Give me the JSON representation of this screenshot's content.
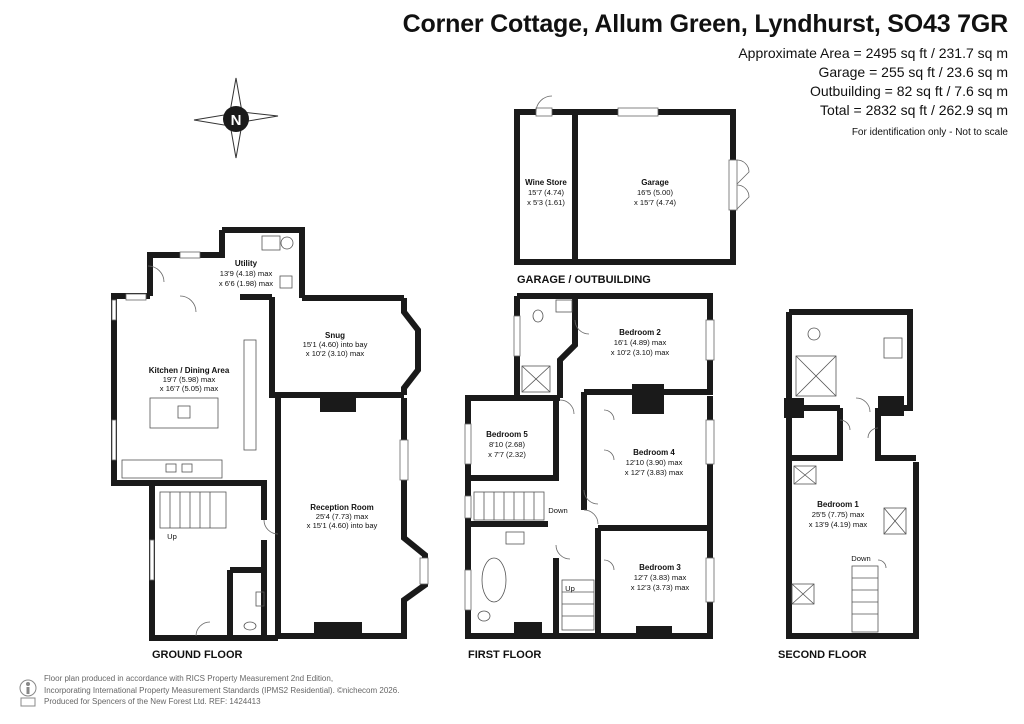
{
  "header": {
    "title": "Corner Cottage, Allum Green, Lyndhurst, SO43 7GR",
    "areas": [
      "Approximate Area = 2495 sq ft / 231.7 sq m",
      "Garage = 255 sq ft / 23.6 sq m",
      "Outbuilding = 82 sq ft / 7.6 sq m",
      "Total = 2832 sq ft / 262.9 sq m"
    ],
    "note": "For identification only - Not to scale"
  },
  "compass": {
    "letter": "N"
  },
  "floors": {
    "ground": "GROUND FLOOR",
    "first": "FIRST FLOOR",
    "second": "SECOND FLOOR",
    "garage": "GARAGE / OUTBUILDING"
  },
  "rooms": {
    "utility": {
      "name": "Utility",
      "l1": "13'9 (4.18) max",
      "l2": "x 6'6 (1.98) max"
    },
    "kitchen": {
      "name": "Kitchen / Dining Area",
      "l1": "19'7 (5.98) max",
      "l2": "x 16'7 (5.05) max"
    },
    "snug": {
      "name": "Snug",
      "l1": "15'1 (4.60) into bay",
      "l2": "x 10'2 (3.10) max"
    },
    "reception": {
      "name": "Reception Room",
      "l1": "25'4 (7.73) max",
      "l2": "x 15'1 (4.60) into bay"
    },
    "wine": {
      "name": "Wine Store",
      "l1": "15'7 (4.74)",
      "l2": "x 5'3 (1.61)"
    },
    "garage": {
      "name": "Garage",
      "l1": "16'5 (5.00)",
      "l2": "x 15'7 (4.74)"
    },
    "bed2": {
      "name": "Bedroom 2",
      "l1": "16'1 (4.89) max",
      "l2": "x 10'2 (3.10) max"
    },
    "bed5": {
      "name": "Bedroom 5",
      "l1": "8'10 (2.68)",
      "l2": "x 7'7 (2.32)"
    },
    "bed4": {
      "name": "Bedroom 4",
      "l1": "12'10 (3.90) max",
      "l2": "x 12'7 (3.83) max"
    },
    "bed3": {
      "name": "Bedroom 3",
      "l1": "12'7 (3.83) max",
      "l2": "x 12'3 (3.73) max"
    },
    "bed1": {
      "name": "Bedroom 1",
      "l1": "25'5 (7.75) max",
      "l2": "x 13'9 (4.19) max"
    }
  },
  "stairs": {
    "up": "Up",
    "down": "Down"
  },
  "footer": [
    "Floor plan produced in accordance with RICS Property Measurement 2nd Edition,",
    "Incorporating International Property Measurement Standards (IPMS2 Residential).  ©nichecom 2026.",
    "Produced for Spencers of the New Forest Ltd.   REF:  1424413"
  ]
}
